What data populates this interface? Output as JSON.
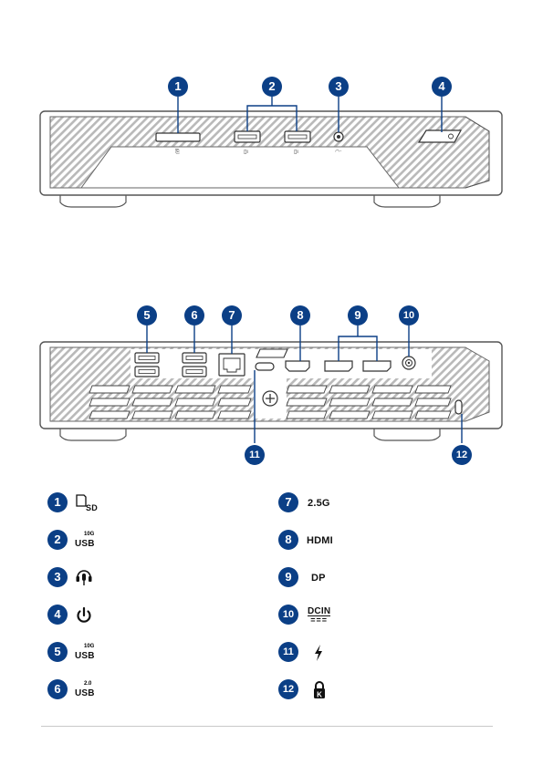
{
  "callouts": {
    "front": [
      "1",
      "2",
      "3",
      "4"
    ],
    "rear": [
      "5",
      "6",
      "7",
      "8",
      "9",
      "10",
      "11",
      "12"
    ]
  },
  "legend": [
    {
      "number": "1",
      "icon": "sd-card-icon",
      "text": "SD"
    },
    {
      "number": "2",
      "icon": "usb-icon",
      "text": "USB",
      "sup": "10G"
    },
    {
      "number": "3",
      "icon": "headset-jack-icon",
      "text": ""
    },
    {
      "number": "4",
      "icon": "power-icon",
      "text": ""
    },
    {
      "number": "5",
      "icon": "usb-icon",
      "text": "USB",
      "sup": "10G"
    },
    {
      "number": "6",
      "icon": "usb-icon",
      "text": "USB",
      "sup": "2.0"
    },
    {
      "number": "7",
      "icon": "lan-icon",
      "text": "2.5G"
    },
    {
      "number": "8",
      "icon": "hdmi-icon",
      "text": "HDMI"
    },
    {
      "number": "9",
      "icon": "displayport-icon",
      "text": "DP"
    },
    {
      "number": "10",
      "icon": "dc-in-icon",
      "text": "DCIN",
      "sub": "==="
    },
    {
      "number": "11",
      "icon": "thunderbolt-icon",
      "text": ""
    },
    {
      "number": "12",
      "icon": "kensington-lock-icon",
      "text": ""
    }
  ],
  "colors": {
    "badge": "#0b3f86",
    "chassis_outline": "#555555",
    "hatch": "#c4c4c4",
    "port": "#ffffff"
  }
}
